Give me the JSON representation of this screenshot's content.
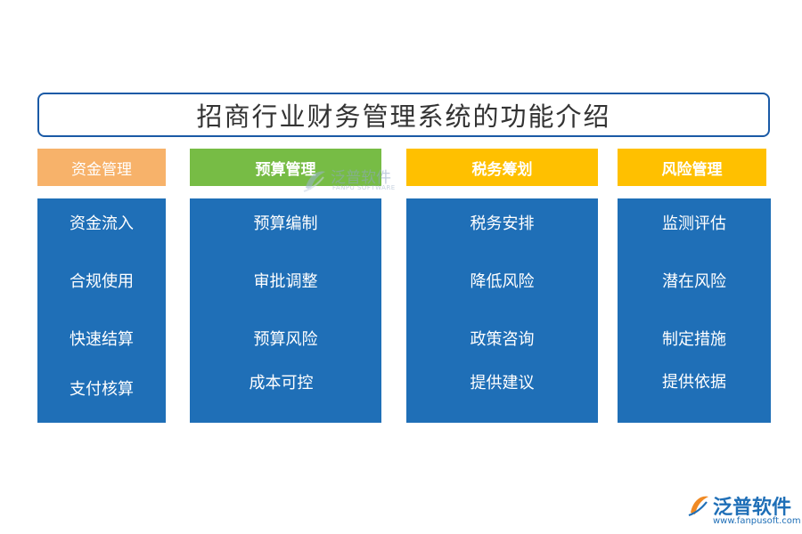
{
  "title": "招商行业财务管理系统的功能介绍",
  "columns": [
    {
      "header": "资金管理",
      "items": [
        "资金流入",
        "合规使用",
        "快速结算",
        "支付核算"
      ]
    },
    {
      "header": "预算管理",
      "items": [
        "预算编制",
        "审批调整",
        "预算风险",
        "成本可控"
      ]
    },
    {
      "header": "税务筹划",
      "items": [
        "税务安排",
        "降低风险",
        "政策咨询",
        "提供建议"
      ]
    },
    {
      "header": "风险管理",
      "items": [
        "监测评估",
        "潜在风险",
        "制定措施",
        "提供依据"
      ]
    }
  ],
  "watermark": {
    "name": "泛普软件",
    "sub": "FANPU SOFTWARE"
  },
  "logo": {
    "name": "泛普软件",
    "url": "www.fanpusoft.com"
  },
  "colors": {
    "title_border": "#1a5aa6",
    "header_1": "#f7b26a",
    "header_2": "#77bc45",
    "header_3": "#ffc000",
    "header_4": "#ffc000",
    "column_fill": "#1f6fb7"
  }
}
